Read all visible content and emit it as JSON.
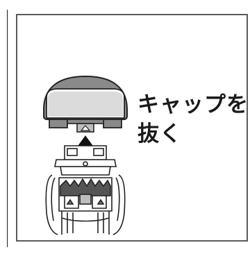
{
  "instruction": {
    "line1": "キャップを",
    "line2": "抜く"
  },
  "icons": {
    "cap": "cap-shape",
    "arrow": "arrow-up-icon",
    "blade_head": "trimmer-blade-head"
  },
  "colors": {
    "cap_fill": "#8a8a8a",
    "line": "#222222",
    "border": "#5a5a5a"
  }
}
